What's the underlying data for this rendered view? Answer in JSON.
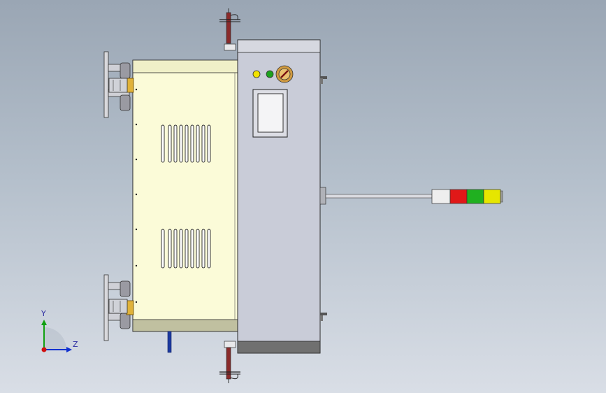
{
  "triad": {
    "y_label": "Y",
    "z_label": "Z"
  },
  "colors": {
    "background_top": "#9aa6b4",
    "background_bottom": "#d9dee6",
    "cabinet_body": "#fbfbd8",
    "control_box": "#c9ccd8",
    "panel_dark": "#707070",
    "indicator_yellow": "#f2e300",
    "indicator_green": "#1ea21e",
    "tower_red": "#e01818",
    "tower_green": "#20b020",
    "tower_yellow": "#e6e600",
    "axis_x": "#d01010",
    "axis_y": "#10a010",
    "axis_z": "#1030d0"
  },
  "components": {
    "control_box": "control-box",
    "cabinet": "cabinet-body",
    "hmi_screen": "hmi-screen",
    "knob": "rotary-knob",
    "signal_tower": "signal-tower-light",
    "handwheels": "handwheel-assemblies",
    "lifting_eyes": "lifting-eye-bolts"
  }
}
